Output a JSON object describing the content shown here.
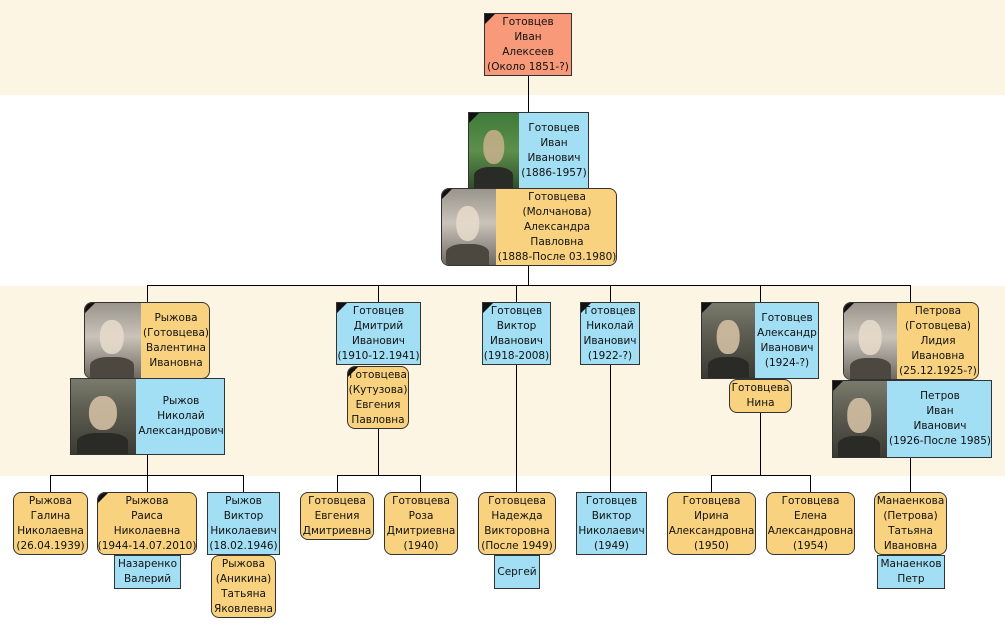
{
  "root": {
    "l1": "Готовцев",
    "l2": "Иван",
    "l3": "Алексеев",
    "l4": "(Около 1851-?)"
  },
  "gen1": {
    "husband": {
      "l1": "Готовцев",
      "l2": "Иван",
      "l3": "Иванович",
      "l4": "(1886-1957)"
    },
    "wife": {
      "l1": "Готовцева",
      "l2": "(Молчанова)",
      "l3": "Александра",
      "l4": "Павловна",
      "l5": "(1888-После 03.1980)"
    }
  },
  "gen2": {
    "valentina": {
      "l1": "Рыжова",
      "l2": "(Готовцева)",
      "l3": "Валентина",
      "l4": "Ивановна"
    },
    "nikolay_r": {
      "l1": "Рыжов",
      "l2": "Николай",
      "l3": "Александрович"
    },
    "dmitriy": {
      "l1": "Готовцев",
      "l2": "Дмитрий",
      "l3": "Иванович",
      "l4": "(1910-12.1941)"
    },
    "evgeniya_k": {
      "l1": "Готовцева",
      "l2": "(Кутузова)",
      "l3": "Евгения",
      "l4": "Павловна"
    },
    "viktor_i": {
      "l1": "Готовцев",
      "l2": "Виктор",
      "l3": "Иванович",
      "l4": "(1918-2008)"
    },
    "nikolay_i": {
      "l1": "Готовцев",
      "l2": "Николай",
      "l3": "Иванович",
      "l4": "(1922-?)"
    },
    "aleksandr": {
      "l1": "Готовцев",
      "l2": "Александр",
      "l3": "Иванович",
      "l4": "(1924-?)"
    },
    "nina": {
      "l1": "Готовцева",
      "l2": "Нина"
    },
    "lidiya": {
      "l1": "Петрова",
      "l2": "(Готовцева)",
      "l3": "Лидия",
      "l4": "Ивановна",
      "l5": "(25.12.1925-?)"
    },
    "ivan_p": {
      "l1": "Петров",
      "l2": "Иван",
      "l3": "Иванович",
      "l4": "(1926-После 1985)"
    }
  },
  "gen3": {
    "galina": {
      "l1": "Рыжова",
      "l2": "Галина",
      "l3": "Николаевна",
      "l4": "(26.04.1939)"
    },
    "raisa": {
      "l1": "Рыжова",
      "l2": "Раиса",
      "l3": "Николаевна",
      "l4": "(1944-14.07.2010)"
    },
    "valeriy": {
      "l1": "Назаренко",
      "l2": "Валерий"
    },
    "viktor_r": {
      "l1": "Рыжов",
      "l2": "Виктор",
      "l3": "Николаевич",
      "l4": "(18.02.1946)"
    },
    "tatyana_a": {
      "l1": "Рыжова",
      "l2": "(Аникина)",
      "l3": "Татьяна",
      "l4": "Яковлевна"
    },
    "evgeniya_d": {
      "l1": "Готовцева",
      "l2": "Евгения",
      "l3": "Дмитриевна"
    },
    "roza": {
      "l1": "Готовцева",
      "l2": "Роза",
      "l3": "Дмитриевна",
      "l4": "(1940)"
    },
    "nadezhda": {
      "l1": "Готовцева",
      "l2": "Надежда",
      "l3": "Викторовна",
      "l4": "(После 1949)"
    },
    "sergey": {
      "l1": "Сергей"
    },
    "viktor_n": {
      "l1": "Готовцев",
      "l2": "Виктор",
      "l3": "Николаевич",
      "l4": "(1949)"
    },
    "irina": {
      "l1": "Готовцева",
      "l2": "Ирина",
      "l3": "Александровна",
      "l4": "(1950)"
    },
    "elena": {
      "l1": "Готовцева",
      "l2": "Елена",
      "l3": "Александровна",
      "l4": "(1954)"
    },
    "tatyana_m": {
      "l1": "Манаенкова",
      "l2": "(Петрова)",
      "l3": "Татьяна",
      "l4": "Ивановна"
    },
    "petr": {
      "l1": "Манаенков",
      "l2": "Петр"
    }
  },
  "colors": {
    "female": "#f9d27f",
    "male": "#a2def4",
    "root": "#f89a79",
    "band": "#fdf5e4"
  }
}
